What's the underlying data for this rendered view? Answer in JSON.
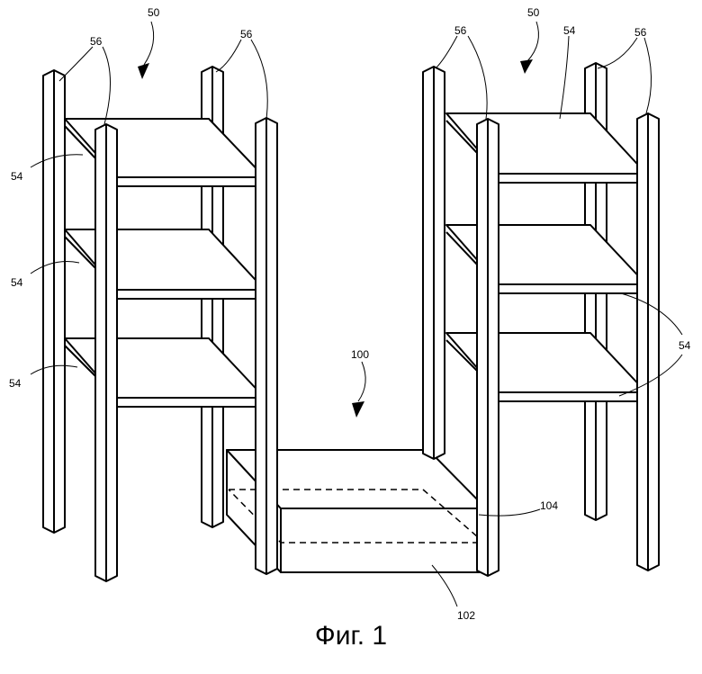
{
  "figure": {
    "caption": "Фиг. 1",
    "labels": {
      "rack_left": "50",
      "rack_right": "50",
      "post_left_back": "56",
      "post_left_front": "56",
      "post_left_mid": "56",
      "post_right_back": "56",
      "post_right_front": "56",
      "shelf_left_top": "54",
      "shelf_left_mid": "54",
      "shelf_left_bottom": "54",
      "shelf_right_top": "54",
      "shelf_right_lower": "54",
      "cart": "100",
      "cart_body": "102",
      "cart_tray": "104"
    }
  }
}
